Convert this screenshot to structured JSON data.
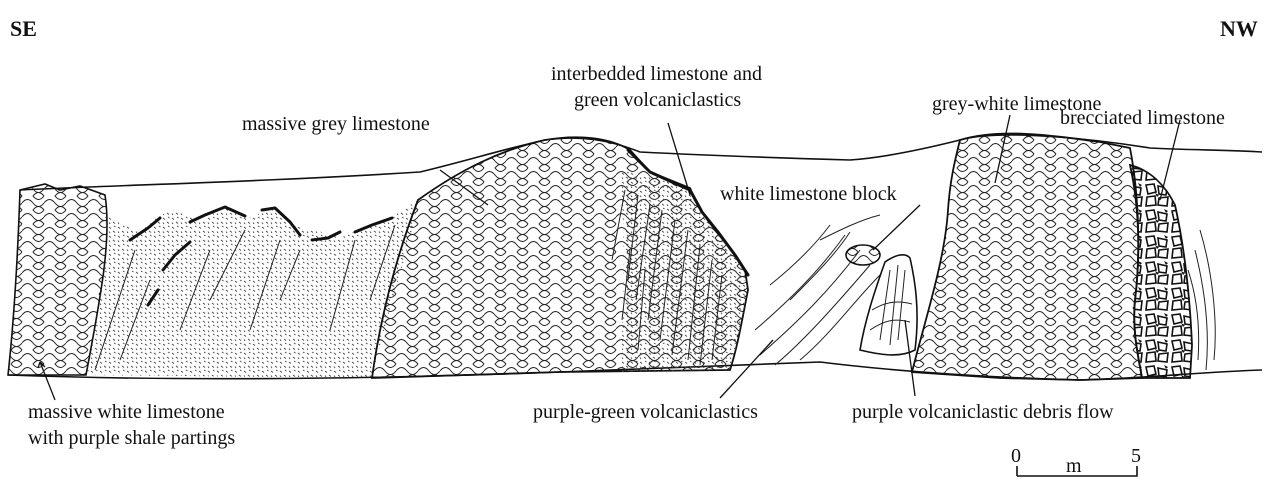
{
  "orientation": {
    "left": "SE",
    "right": "NW"
  },
  "labels": {
    "massive_white": [
      "massive white limestone",
      "with purple shale partings"
    ],
    "massive_grey": "massive grey limestone",
    "interbedded": [
      "interbedded limestone and",
      "green volcaniclastics"
    ],
    "white_block": "white limestone block",
    "grey_white": "grey-white limestone",
    "brecciated": "brecciated limestone",
    "purple_green": "purple-green volcaniclastics",
    "debris_flow": "purple volcaniclastic debris flow"
  },
  "scale": {
    "start": "0",
    "unit": "m",
    "end": "5"
  },
  "colors": {
    "ink": "#111111",
    "background": "#ffffff"
  }
}
